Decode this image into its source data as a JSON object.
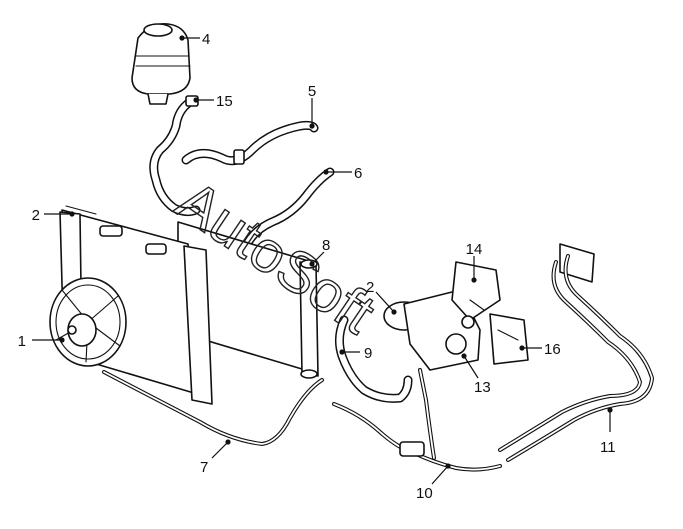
{
  "diagram": {
    "watermark": "AutoSoft",
    "callouts": [
      {
        "id": "c1",
        "label": "1"
      },
      {
        "id": "c2a",
        "label": "2"
      },
      {
        "id": "c2b",
        "label": "2"
      },
      {
        "id": "c4",
        "label": "4"
      },
      {
        "id": "c5",
        "label": "5"
      },
      {
        "id": "c6",
        "label": "6"
      },
      {
        "id": "c7",
        "label": "7"
      },
      {
        "id": "c8",
        "label": "8"
      },
      {
        "id": "c9",
        "label": "9"
      },
      {
        "id": "c10",
        "label": "10"
      },
      {
        "id": "c11",
        "label": "11"
      },
      {
        "id": "c13",
        "label": "13"
      },
      {
        "id": "c14",
        "label": "14"
      },
      {
        "id": "c15",
        "label": "15"
      },
      {
        "id": "c16",
        "label": "16"
      }
    ]
  }
}
